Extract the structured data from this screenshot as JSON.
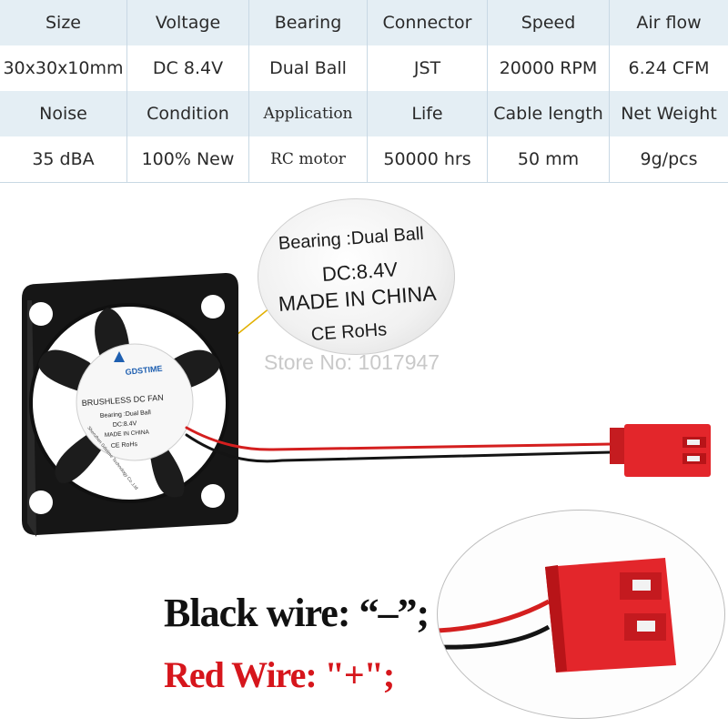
{
  "spec_table": {
    "rows": [
      [
        "Size",
        "Voltage",
        "Bearing",
        "Connector",
        "Speed",
        "Air flow"
      ],
      [
        "30x30x10mm",
        "DC 8.4V",
        "Dual Ball",
        "JST",
        "20000 RPM",
        "6.24 CFM"
      ],
      [
        "Noise",
        "Condition",
        "Application",
        "Life",
        "Cable length",
        "Net Weight"
      ],
      [
        "35 dBA",
        "100% New",
        "RC motor",
        "50000 hrs",
        "50 mm",
        "9g/pcs"
      ]
    ]
  },
  "fan_label": {
    "brand": "GDSTIME",
    "line1": "BRUSHLESS DC FAN",
    "line2": "Bearing :Dual Ball",
    "line3": "DC:8.4V",
    "line4": "MADE IN CHINA",
    "line5": "CE RoHs",
    "arc_text": "Shenzhen Gdstime Technology Co.,Ltd"
  },
  "zoom_label": {
    "line0": "Bearing :Dual Ball",
    "line1": "DC:8.4V",
    "line2": "MADE IN CHINA",
    "line3": "CE RoHs"
  },
  "store": "Store No: 1017947",
  "wires": {
    "black": "Black wire:  “–”;",
    "red": "Red Wire: \"+\";"
  },
  "colors": {
    "table_stripe": "#e4eef4",
    "fan_body": "#1c1c1c",
    "wire_red": "#d41f1f",
    "connector_red": "#e3262b",
    "red_text": "#d6161c"
  }
}
